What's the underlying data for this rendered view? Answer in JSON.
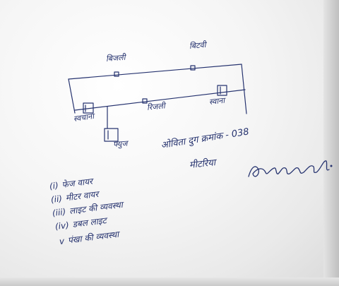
{
  "diagram": {
    "labels": {
      "top_left": "बिजली",
      "top_right": "बिटवी",
      "middle_left": "स्वचाना",
      "middle_center": "रिजली",
      "middle_right": "स्वाना",
      "fuse": "फ्युज"
    }
  },
  "notes": {
    "line1": "ओविता दुग क्रमांक - 038",
    "line2": "मीटरिया"
  },
  "list": [
    {
      "marker": "(i)",
      "text": "फेज वायर"
    },
    {
      "marker": "(ii)",
      "text": "मीटर वायर"
    },
    {
      "marker": "(iii)",
      "text": "लाइट की व्यवस्था"
    },
    {
      "marker": "(iv)",
      "text": "डबल लाइट"
    },
    {
      "marker": "v",
      "text": "पंखा की व्यवस्था"
    }
  ],
  "colors": {
    "ink": "#26336f",
    "paper": "#f5f5f5",
    "edge": "#bfbfbf"
  },
  "icons": {
    "signature": "handwritten-signature-icon"
  }
}
